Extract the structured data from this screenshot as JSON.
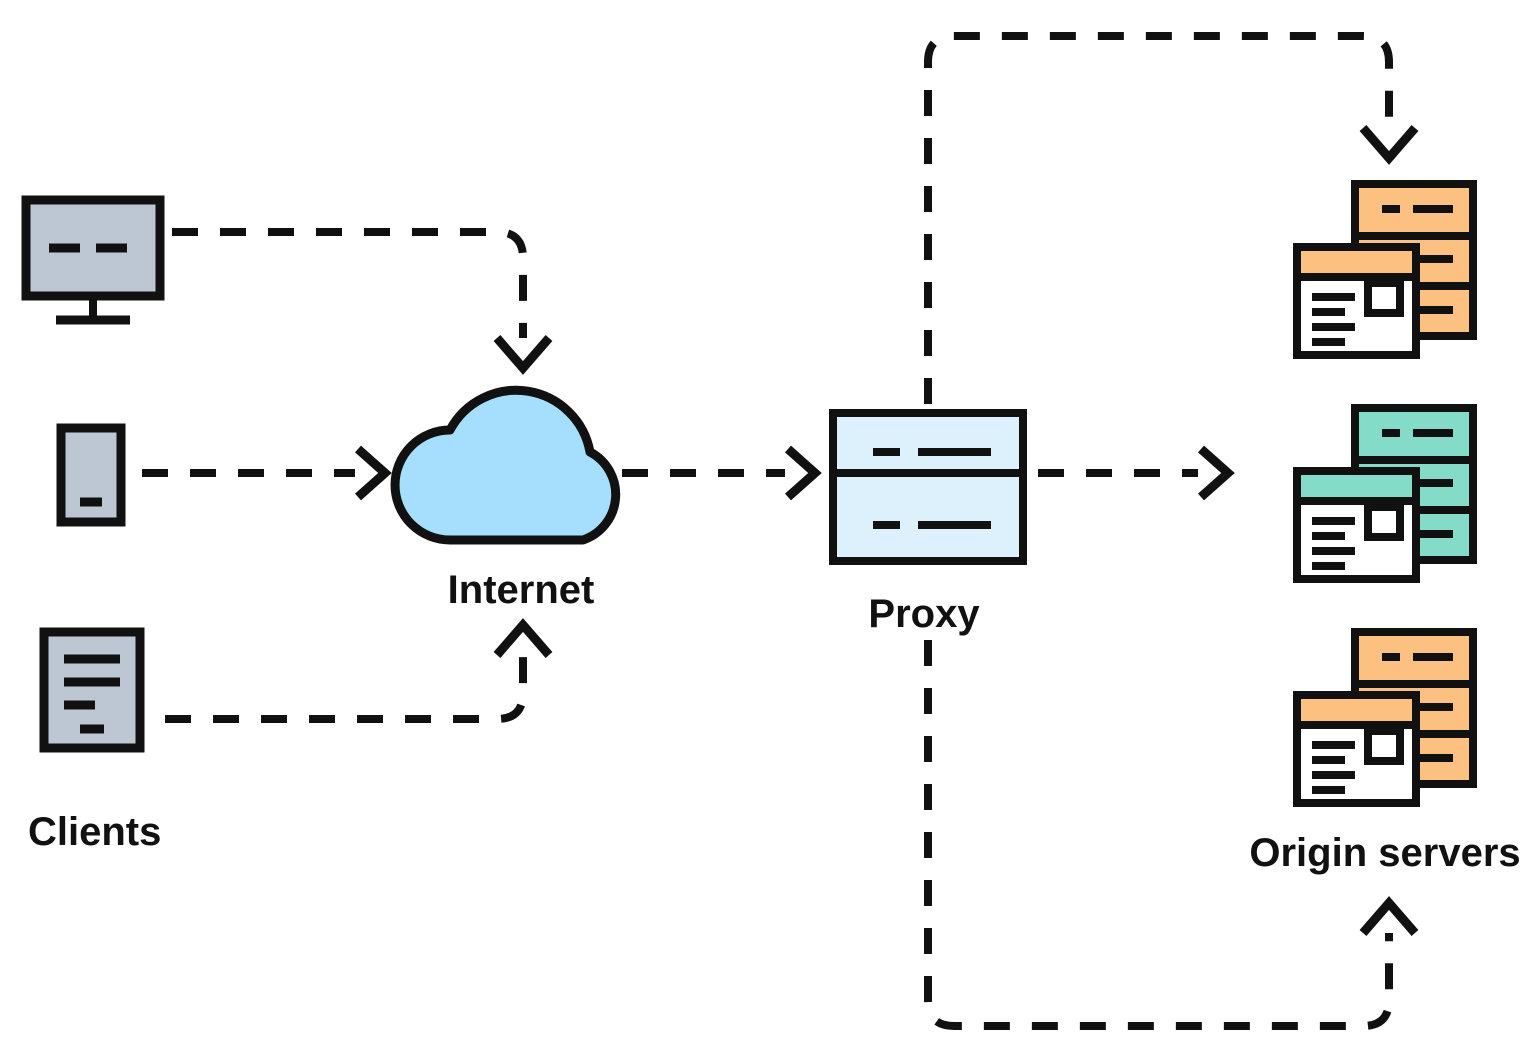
{
  "diagram": {
    "title_text": "",
    "background": "#ffffff",
    "stroke_color": "#111111",
    "labels": {
      "clients": "Clients",
      "internet": "Internet",
      "proxy": "Proxy",
      "origin_servers": "Origin servers"
    },
    "colors": {
      "client_fill": "#bcc7d3",
      "cloud_fill": "#a5dffd",
      "proxy_fill": "#ddf1fd",
      "server_orange": "#fcc180",
      "server_teal": "#84dbc8",
      "card_white": "#ffffff",
      "outline": "#111111"
    },
    "nodes": [
      {
        "id": "client-monitor",
        "type": "desktop-monitor-icon",
        "group": "clients",
        "fill": "#bcc7d3"
      },
      {
        "id": "client-phone",
        "type": "mobile-phone-icon",
        "group": "clients",
        "fill": "#bcc7d3"
      },
      {
        "id": "client-document",
        "type": "document-icon",
        "group": "clients",
        "fill": "#bcc7d3"
      },
      {
        "id": "internet-cloud",
        "type": "cloud-icon",
        "group": "internet",
        "fill": "#a5dffd"
      },
      {
        "id": "proxy-box",
        "type": "server-rack-icon",
        "group": "proxy",
        "fill": "#ddf1fd"
      },
      {
        "id": "origin-server-1",
        "type": "server-with-page-icon",
        "group": "origin-servers",
        "fill": "#fcc180"
      },
      {
        "id": "origin-server-2",
        "type": "server-with-page-icon",
        "group": "origin-servers",
        "fill": "#84dbc8"
      },
      {
        "id": "origin-server-3",
        "type": "server-with-page-icon",
        "group": "origin-servers",
        "fill": "#fcc180"
      }
    ],
    "connections": [
      {
        "id": "monitor-to-internet",
        "from": "client-monitor",
        "to": "internet-cloud",
        "style": "dashed",
        "arrow": "down"
      },
      {
        "id": "phone-to-internet",
        "from": "client-phone",
        "to": "internet-cloud",
        "style": "dashed",
        "arrow": "right"
      },
      {
        "id": "document-to-internet",
        "from": "client-document",
        "to": "internet-cloud",
        "style": "dashed",
        "arrow": "up"
      },
      {
        "id": "internet-to-proxy",
        "from": "internet-cloud",
        "to": "proxy-box",
        "style": "dashed",
        "arrow": "right"
      },
      {
        "id": "proxy-to-origin-middle",
        "from": "proxy-box",
        "to": "origin-server-2",
        "style": "dashed",
        "arrow": "right"
      },
      {
        "id": "proxy-to-origin-top",
        "from": "proxy-box",
        "to": "origin-server-1",
        "style": "dashed",
        "arrow": "down"
      },
      {
        "id": "proxy-to-origin-bottom",
        "from": "proxy-box",
        "to": "origin-server-3",
        "style": "dashed",
        "arrow": "up"
      }
    ]
  }
}
